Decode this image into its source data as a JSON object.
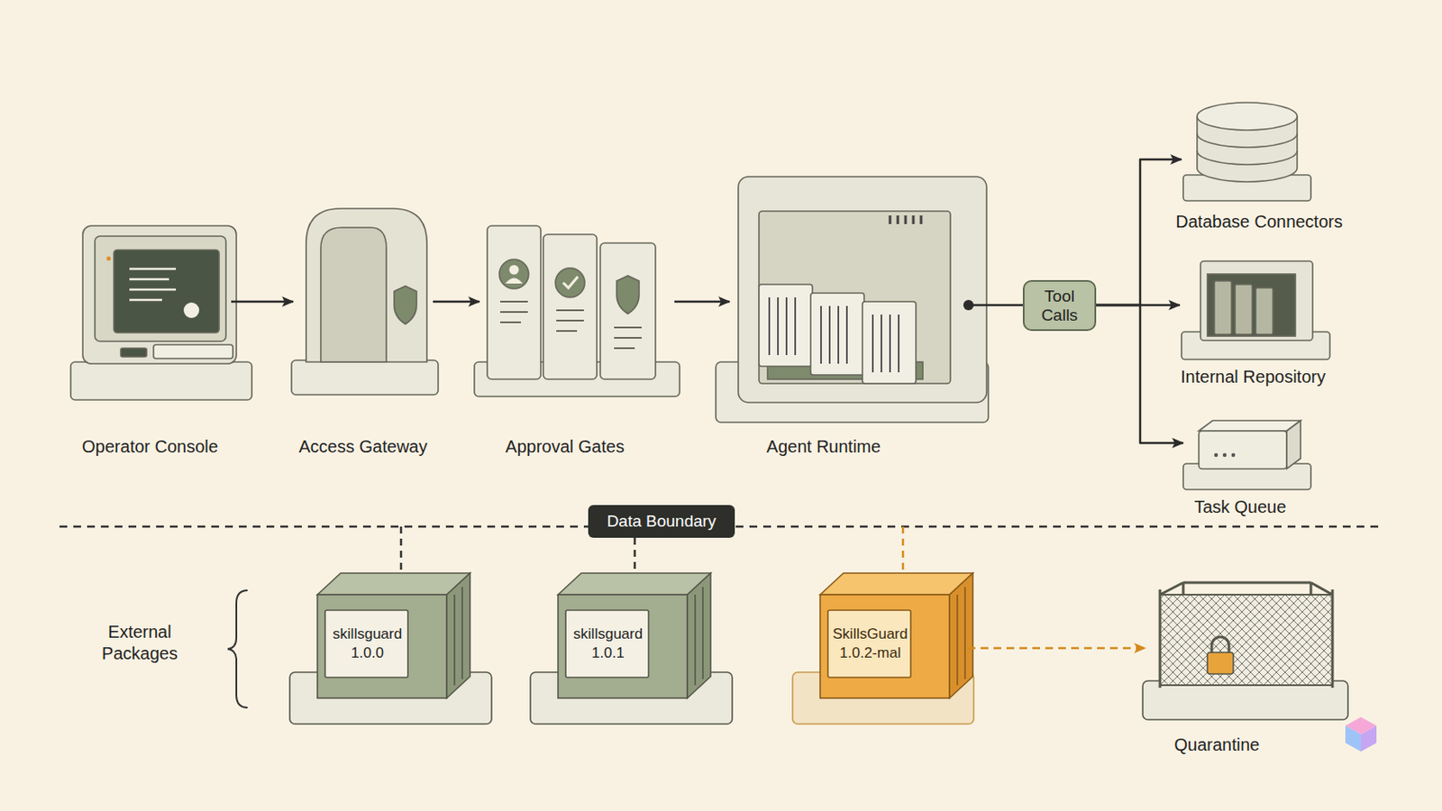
{
  "diagram": {
    "nodes": [
      {
        "text": [
          "Operator Console"
        ]
      },
      {
        "text": [
          "Access Gateway"
        ]
      },
      {
        "text": [
          "Approval Gates"
        ]
      },
      {
        "text": [
          "Agent Runtime"
        ]
      },
      {
        "text": [
          "Tool Calls"
        ]
      },
      {
        "text": [
          "Database Connectors"
        ]
      },
      {
        "text": [
          "Internal Repository"
        ]
      },
      {
        "text": [
          "Task Queue"
        ]
      },
      {
        "text": [
          "Data Boundary"
        ]
      },
      {
        "text": [
          "skillsguard 1.0.0"
        ]
      },
      {
        "text": [
          "skillsguard 1.0.1"
        ]
      },
      {
        "text": [
          "SkillsGuard 1.0.2-mal"
        ]
      },
      {
        "text": [
          "Quarantine"
        ]
      }
    ],
    "edges": [
      {
        "from": 0,
        "to": 1,
        "arrow": "to"
      },
      {
        "from": 1,
        "to": 2,
        "arrow": "to"
      },
      {
        "from": 2,
        "to": 3,
        "arrow": "to"
      },
      {
        "from": 3,
        "to": 4,
        "arrow": "none"
      },
      {
        "from": 4,
        "to": 5,
        "arrow": "to"
      },
      {
        "from": 4,
        "to": 6,
        "arrow": "to"
      },
      {
        "from": 4,
        "to": 7,
        "arrow": "to"
      },
      {
        "from": 11,
        "to": 12,
        "arrow": "to"
      }
    ],
    "labels": [
      "External Packages"
    ]
  }
}
